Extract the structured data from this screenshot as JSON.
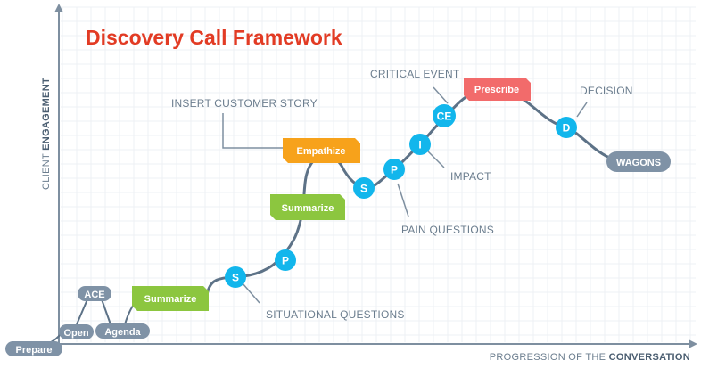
{
  "title": "Discovery Call Framework",
  "colors": {
    "title": "#e23b24",
    "axis": "#7e8fa0",
    "curve": "#5d7287",
    "grid": "#eef1f4",
    "blue": "#12b6ec",
    "green": "#8cc63f",
    "orange": "#f7a21b",
    "red": "#f26b6b",
    "slate": "#7f92a6"
  },
  "axes": {
    "y_label_prefix": "CLIENT ",
    "y_label_bold": "ENGAGEMENT",
    "x_label_prefix": "PROGRESSION OF THE ",
    "x_label_bold": "CONVERSATION"
  },
  "pills": {
    "prepare": "Prepare",
    "open": "Open",
    "ace": "ACE",
    "agenda": "Agenda",
    "wagons": "WAGONS"
  },
  "tags": {
    "summarize_1": "Summarize",
    "summarize_2": "Summarize",
    "empathize": "Empathize",
    "prescribe": "Prescribe"
  },
  "circles": {
    "s1": "S",
    "p1": "P",
    "s2": "S",
    "p2": "P",
    "i": "I",
    "ce": "CE",
    "d": "D"
  },
  "annotations": {
    "situational_questions": "SITUATIONAL QUESTIONS",
    "pain_questions": "PAIN QUESTIONS",
    "impact": "IMPACT",
    "critical_event": "CRITICAL EVENT",
    "decision": "DECISION",
    "insert_customer_story": "INSERT CUSTOMER STORY"
  }
}
